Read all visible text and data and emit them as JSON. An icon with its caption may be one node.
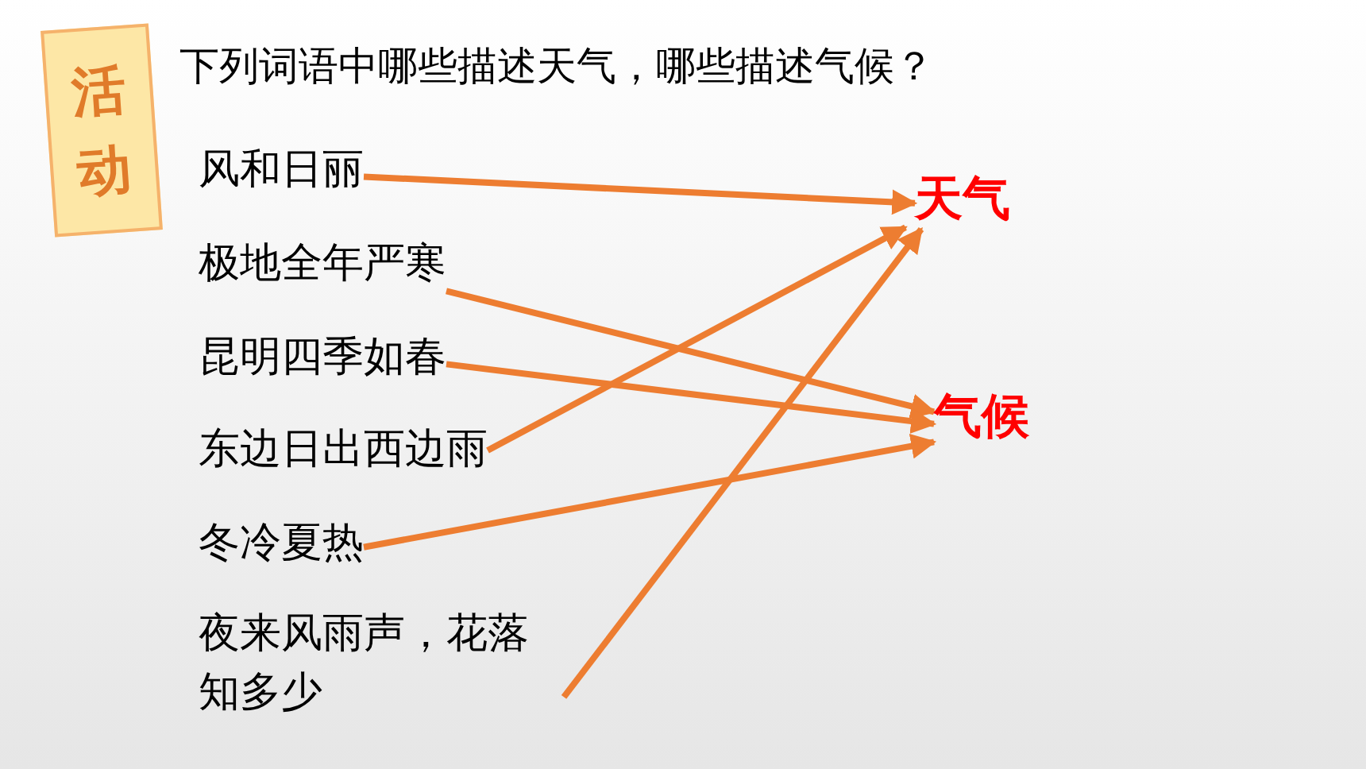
{
  "diagram": {
    "title": "下列词语中哪些描述天气，哪些描述气候？",
    "nodes": [
      {
        "text": [
          "活动"
        ]
      },
      {
        "text": [
          "风和日丽"
        ]
      },
      {
        "text": [
          "极地全年严寒"
        ]
      },
      {
        "text": [
          "昆明四季如春"
        ]
      },
      {
        "text": [
          "东边日出西边雨"
        ]
      },
      {
        "text": [
          "冬冷夏热"
        ]
      },
      {
        "text": [
          "夜来风雨声，花落知多少"
        ]
      },
      {
        "text": [
          "天气"
        ]
      },
      {
        "text": [
          "气候"
        ]
      }
    ],
    "edges": [
      {
        "from": 1,
        "to": 7,
        "arrow": "to"
      },
      {
        "from": 2,
        "to": 8,
        "arrow": "to"
      },
      {
        "from": 3,
        "to": 8,
        "arrow": "to"
      },
      {
        "from": 4,
        "to": 7,
        "arrow": "to"
      },
      {
        "from": 5,
        "to": 8,
        "arrow": "to"
      },
      {
        "from": 6,
        "to": 7,
        "arrow": "to"
      }
    ]
  }
}
